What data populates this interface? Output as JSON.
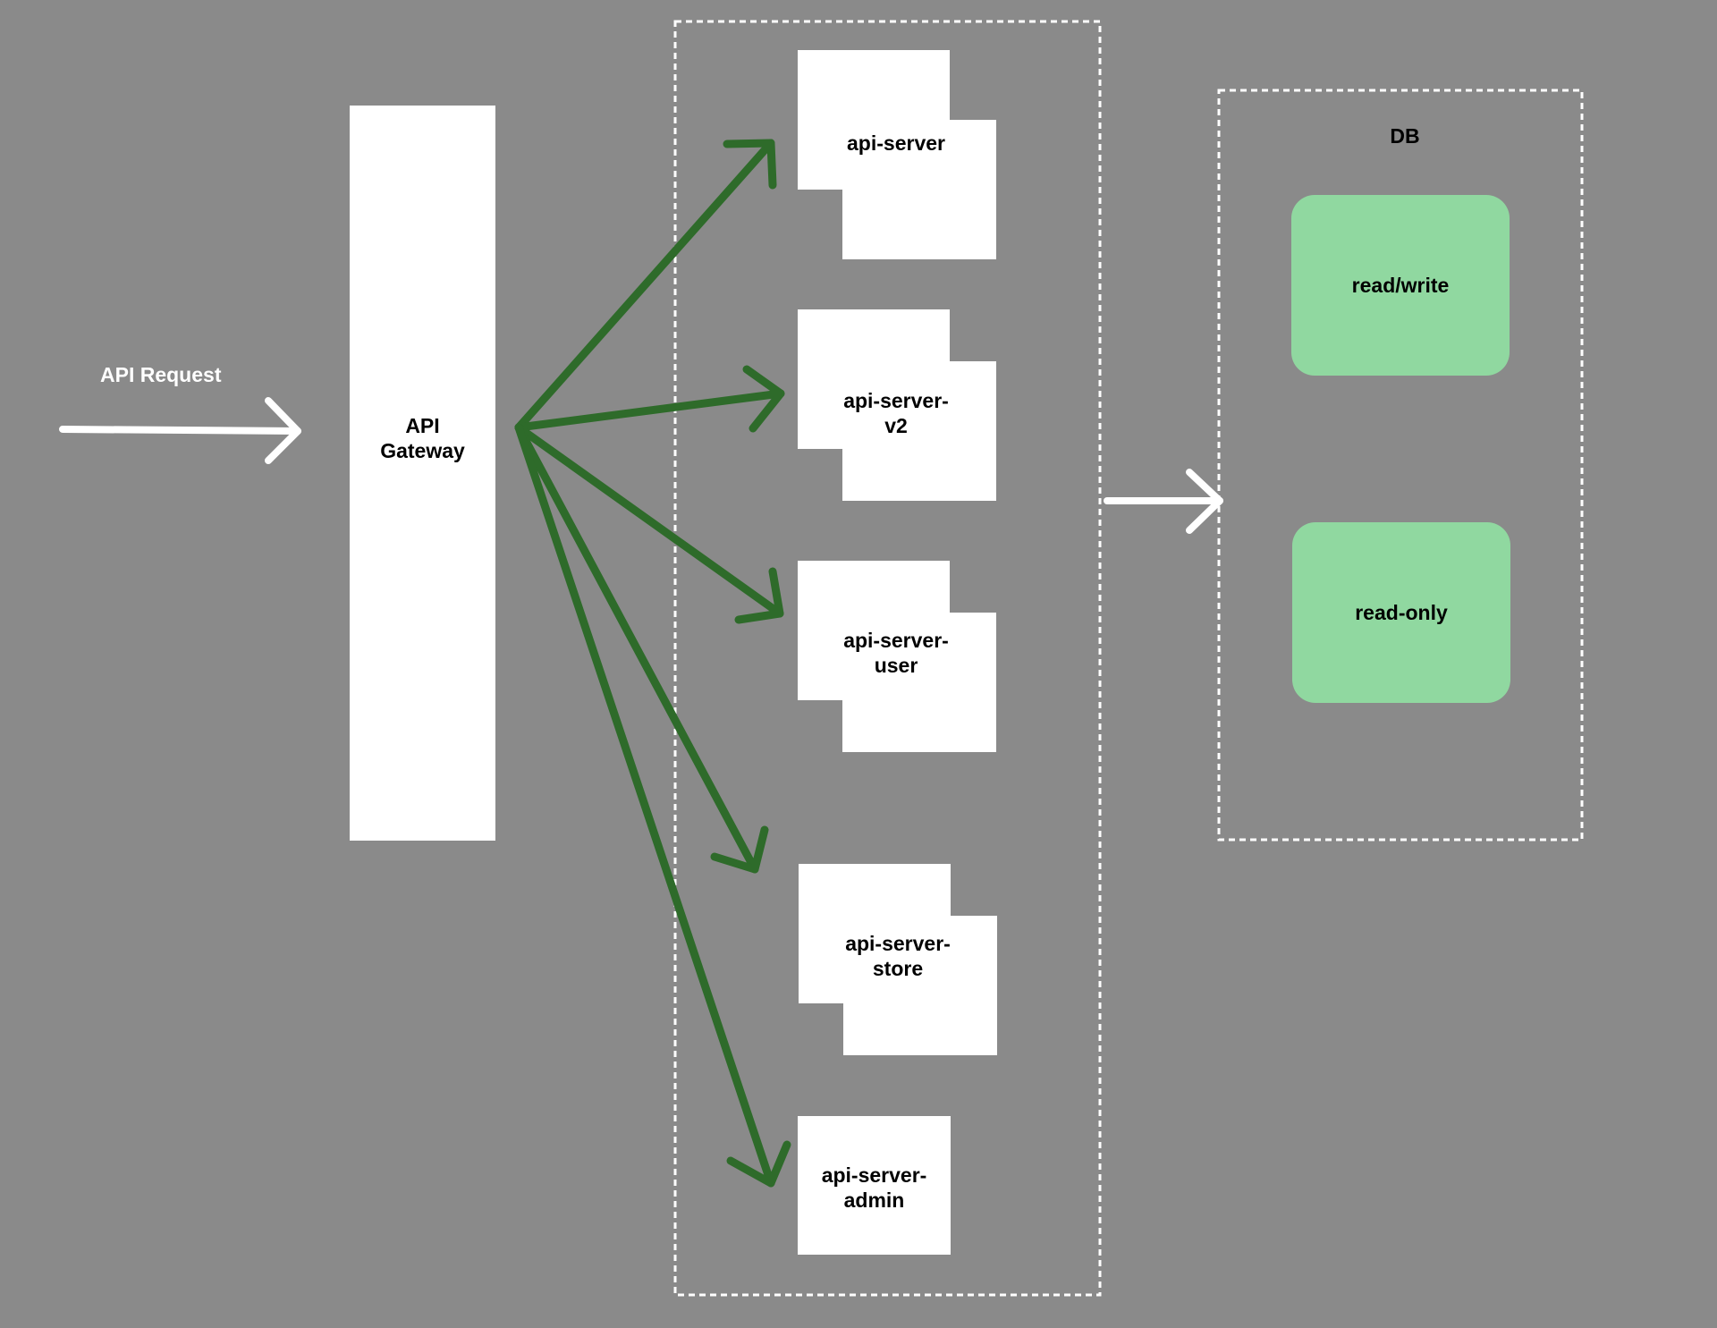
{
  "request": {
    "label": "API Request"
  },
  "gateway": {
    "label": "API\nGateway"
  },
  "services": [
    {
      "label": "api-server"
    },
    {
      "label": "api-server-\nv2"
    },
    {
      "label": "api-server-\nuser"
    },
    {
      "label": "api-server-\nstore"
    },
    {
      "label": "api-server-\nadmin"
    }
  ],
  "db": {
    "title": "DB",
    "nodes": [
      {
        "label": "read/write"
      },
      {
        "label": "read-only"
      }
    ]
  },
  "colors": {
    "background": "#8a8a8a",
    "arrow_green": "#2e6b2a",
    "arrow_white": "#ffffff",
    "db_node": "#90d8a0"
  }
}
